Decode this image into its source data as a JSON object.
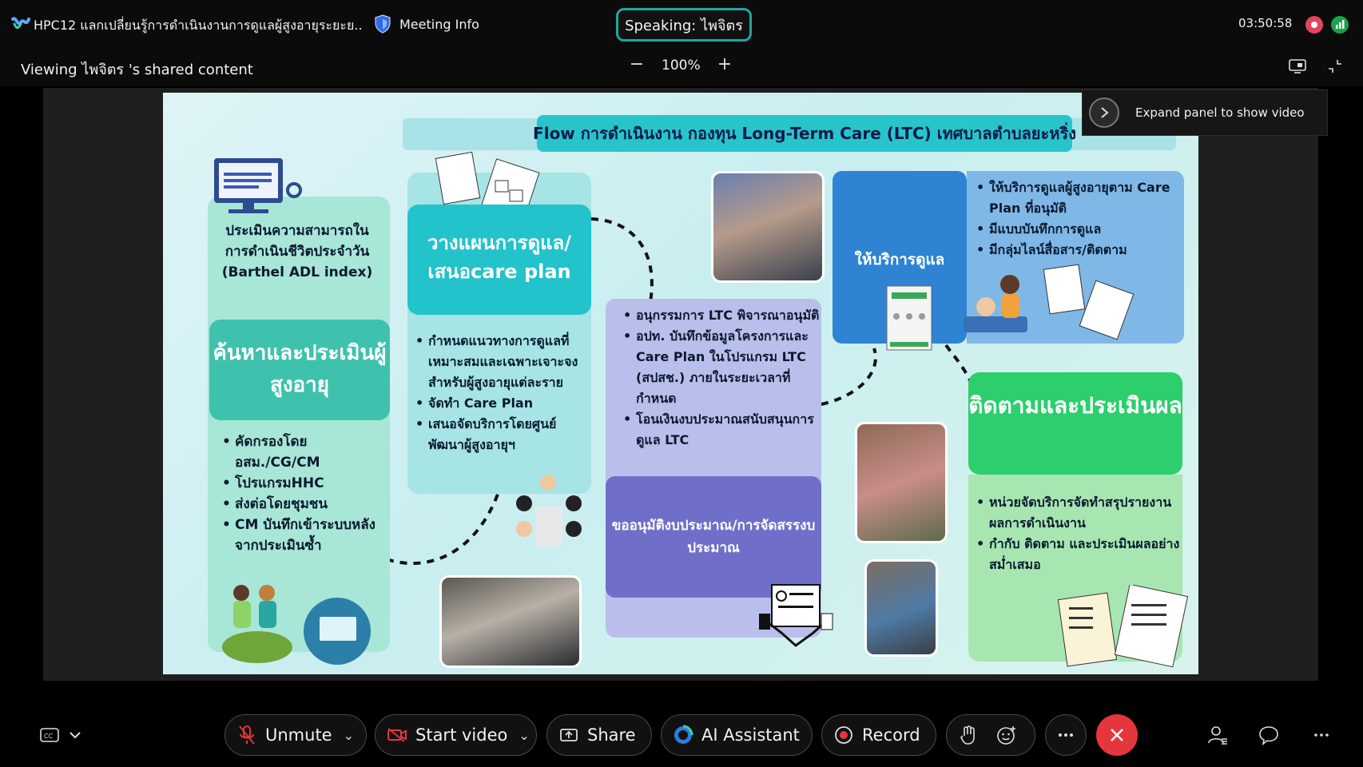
{
  "header": {
    "meeting_title": "HPC12 แลกเปลี่ยนรู้การดำเนินงานการดูแลผู้สูงอายุระยะย...",
    "meeting_info_label": "Meeting Info",
    "speaking_label": "Speaking: ไพจิตร",
    "clock": "03:50:58"
  },
  "viewbar": {
    "viewing_label": "Viewing ไพจิตร 's shared content",
    "zoom_level": "100%",
    "zoom_out": "−",
    "zoom_in": "+"
  },
  "side_panel": {
    "expand_label": "Expand panel to show video"
  },
  "slide": {
    "title": "Flow การดำเนินงาน กองทุน Long-Term Care (LTC) เทศบาลตำบลยะหริ่ง",
    "col1": {
      "top_text": "ประเมินความสามารถในการดำเนินชีวิตประจำวัน (Barthel ADL index)",
      "heading": "ค้นหาและประเมินผู้สูงอายุ",
      "items": [
        "คัดกรองโดย อสม./CG/CM",
        "โปรแกรมHHC",
        "ส่งต่อโดยชุมชน",
        "CM บันทึกเข้าระบบหลังจากประเมินซ้ำ"
      ]
    },
    "col2": {
      "heading": "วางแผนการดูแล/เสนอcare plan",
      "items": [
        "กำหนดแนวทางการดูแลที่เหมาะสมและเฉพาะเจาะจงสำหรับผู้สูงอายุแต่ละราย",
        "จัดทำ Care Plan",
        "เสนอจัดบริการโดยศูนย์พัฒนาผู้สูงอายุฯ"
      ]
    },
    "col3": {
      "items": [
        "อนุกรรมการ LTC พิจารณาอนุมัติ",
        "อปท. บันทึกข้อมูลโครงการและ Care Plan ในโปรแกรม LTC (สปสช.) ภายในระยะเวลาที่กำหนด",
        "โอนเงินงบประมาณสนับสนุนการดูแล LTC"
      ],
      "footer": "ขออนุมัติงบประมาณ/การจัดสรรงบประมาณ"
    },
    "col4": {
      "heading": "ให้บริการดูแล",
      "items": [
        "ให้บริการดูแลผู้สูงอายุตาม Care Plan ที่อนุมัติ",
        "มีแบบบันทึกการดูแล",
        "มีกลุ่มไลน์สื่อสาร/ติดตาม"
      ]
    },
    "col5": {
      "heading": "ติดตามและประเมินผล",
      "items": [
        "หน่วยจัดบริการจัดทำสรุปรายงานผลการดำเนินงาน",
        "กำกับ ติดตาม และประเมินผลอย่างสม่ำเสมอ"
      ]
    }
  },
  "controls": {
    "unmute": "Unmute",
    "start_video": "Start video",
    "share": "Share",
    "ai_assistant": "AI Assistant",
    "record": "Record"
  },
  "colors": {
    "speaking_border": "#20a6a0",
    "end_call": "#e5363c",
    "rec_indicator": "#e0455f",
    "net_indicator": "#1aa34a",
    "unmute_icon": "#e5363c"
  },
  "icons": [
    "webex-logo-icon",
    "shield-icon",
    "record-indicator-icon",
    "network-icon",
    "screen-icon",
    "minimize-icon",
    "chevron-right-icon",
    "captions-icon",
    "chevron-down-icon",
    "mic-off-icon",
    "video-off-icon",
    "share-icon",
    "ai-assistant-icon",
    "record-icon",
    "raise-hand-icon",
    "reaction-icon",
    "more-icon",
    "close-icon",
    "participants-icon",
    "chat-icon"
  ]
}
